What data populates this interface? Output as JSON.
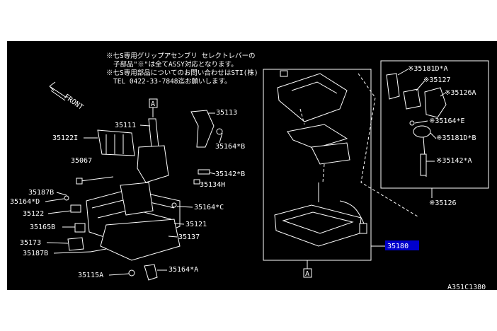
{
  "notes": {
    "line1": "※七S専用グリップアセンブリ セレクトレバーの",
    "line2": "子部品\"※\"は全てASSY対応となります。",
    "line3": "※七S専用部品についてのお問い合わせはSTI(株)",
    "line4": "TEL 0422-33-7848迄お願いします。"
  },
  "front_label": "FRONT",
  "ref_marker": "A",
  "callouts": {
    "p35113": "35113",
    "p35111": "35111",
    "p35122I": "35122I",
    "p35164B_top": "35164*B",
    "p35067": "35067",
    "p35142B": "35142*B",
    "p35134H": "35134H",
    "p35187B_top": "35187B",
    "p35164D": "35164*D",
    "p35164C": "35164*C",
    "p35122": "35122",
    "p35121": "35121",
    "p35165B": "35165B",
    "p35137": "35137",
    "p35173": "35173",
    "p35187B_bottom": "35187B",
    "p35115A": "35115A",
    "p35164A": "35164*A",
    "p35180": "35180",
    "p35181DA": "※35181D*A",
    "p35127": "※35127",
    "p35126A": "※35126A",
    "p35164E": "※35164*E",
    "p35181DB": "※35181D*B",
    "p35142A": "※35142*A",
    "p35126": "※35126"
  },
  "highlight_color": "#0000cc",
  "figure_id": "A351C1380"
}
